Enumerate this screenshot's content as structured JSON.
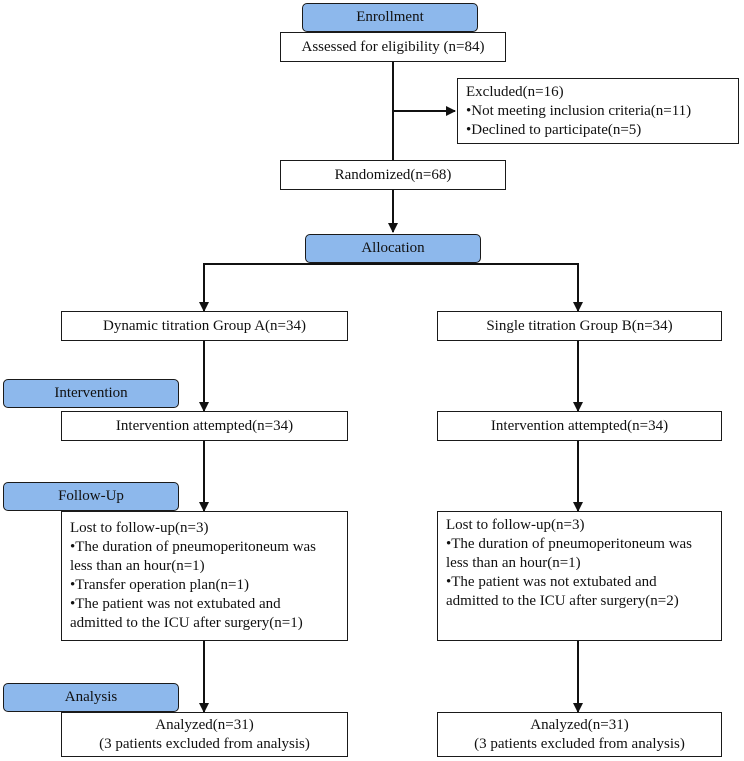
{
  "stages": {
    "enrollment": "Enrollment",
    "allocation": "Allocation",
    "intervention": "Intervention",
    "followup": "Follow-Up",
    "analysis": "Analysis"
  },
  "assessed": "Assessed for eligibility (n=84)",
  "excluded": {
    "title": "Excluded(n=16)",
    "items": [
      "•Not meeting inclusion criteria(n=11)",
      "•Declined to participate(n=5)"
    ]
  },
  "randomized": "Randomized(n=68)",
  "groupA": {
    "label": "Dynamic titration Group A(n=34)",
    "intervention": "Intervention attempted(n=34)",
    "lost": [
      "Lost to follow-up(n=3)",
      "•The duration of pneumoperitoneum was",
      "less than an hour(n=1)",
      "•Transfer operation plan(n=1)",
      "•The patient was not extubated and",
      "admitted to the ICU after surgery(n=1)"
    ],
    "analyzed": "Analyzed(n=31)",
    "analyzed_note": "(3 patients excluded from analysis)"
  },
  "groupB": {
    "label": "Single titration Group B(n=34)",
    "intervention": "Intervention attempted(n=34)",
    "lost": [
      "Lost to follow-up(n=3)",
      "•The duration of pneumoperitoneum was",
      "less than an hour(n=1)",
      "•The patient was not extubated and",
      "admitted to the ICU after surgery(n=2)"
    ],
    "analyzed": "Analyzed(n=31)",
    "analyzed_note": "(3 patients excluded from analysis)"
  }
}
